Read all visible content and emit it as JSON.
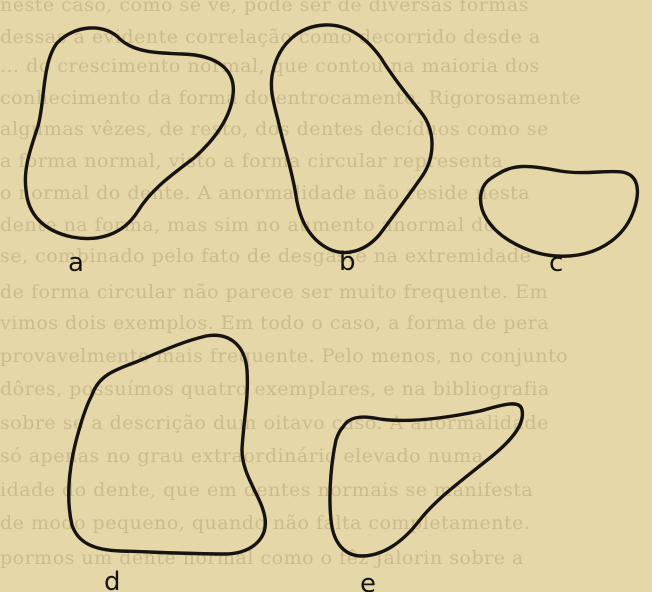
{
  "figure": {
    "labels": {
      "a": "a",
      "b": "b",
      "c": "c",
      "d": "d",
      "e": "e"
    }
  },
  "background_text": [
    "neste caso, como se vê, pode ser de diversas formas",
    "dessas a evidente correlação como decorrido desde a",
    "... do crescimento normal, que contou na maioria dos",
    "conhecimento da forma do entrocamento. Rigorosamente",
    "algumas vêzes, de resto, dos dentes decíduos como se",
    "a forma normal, visto a forma circular representa",
    "o normal do dente. A anormalidade não reside nesta",
    "dente na forma, mas sim no aumento anormal do",
    "se, combinado pelo fato de desgaste na extremidade",
    "de forma circular não parece ser muito frequente. Em",
    "vimos dois exemplos. Em todo o caso, a forma de pera",
    "provavelmente mais frequente. Pelo menos, no conjunto",
    "dôres, possuímos quatro exemplares, e na bibliografia",
    "sobre se a descrição dum oitavo caso. A anormalidade",
    "só apenas no grau extraordinário elevado numa",
    "idade do dente, que em dentes normais se manifesta",
    "de modo pequeno, quando não falta completamente.",
    "pormos um dente normal como o fêz Jalorin sobre a"
  ]
}
